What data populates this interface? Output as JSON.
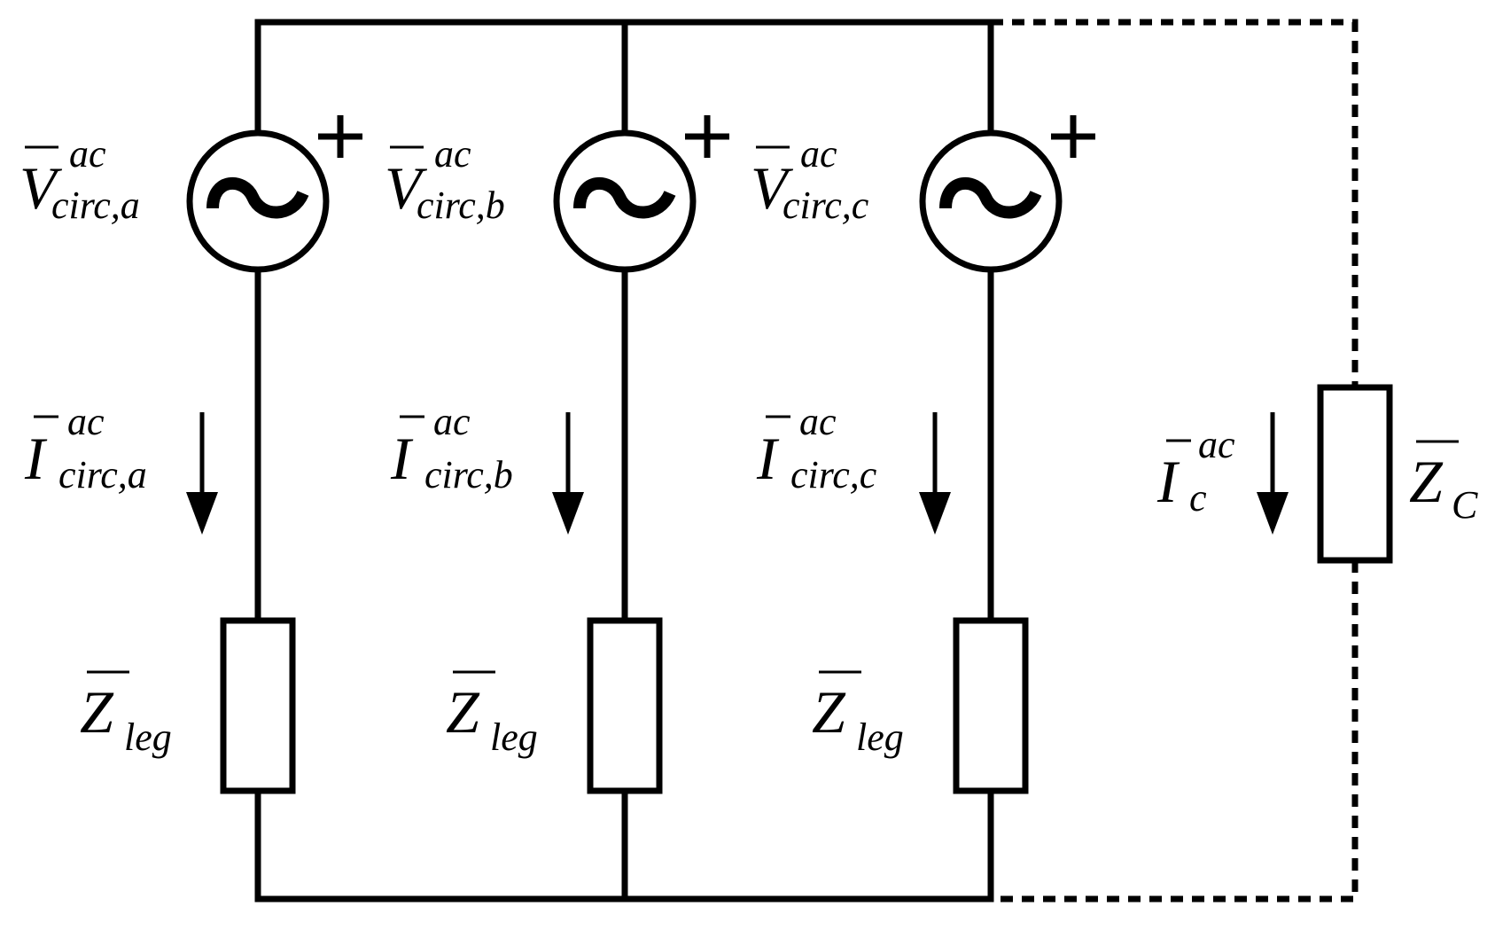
{
  "diagram": {
    "voltage_sources": [
      {
        "symbol": "V",
        "superscript": "ac",
        "subscript": "circ,a",
        "polarity": "+"
      },
      {
        "symbol": "V",
        "superscript": "ac",
        "subscript": "circ,b",
        "polarity": "+"
      },
      {
        "symbol": "V",
        "superscript": "ac",
        "subscript": "circ,c",
        "polarity": "+"
      }
    ],
    "currents": [
      {
        "symbol": "I",
        "superscript": "ac",
        "subscript": "circ,a"
      },
      {
        "symbol": "I",
        "superscript": "ac",
        "subscript": "circ,b"
      },
      {
        "symbol": "I",
        "superscript": "ac",
        "subscript": "circ,c"
      },
      {
        "symbol": "I",
        "superscript": "ac",
        "subscript": "c"
      }
    ],
    "impedances": [
      {
        "symbol": "Z",
        "subscript": "leg"
      },
      {
        "symbol": "Z",
        "subscript": "leg"
      },
      {
        "symbol": "Z",
        "subscript": "leg"
      },
      {
        "symbol": "Z",
        "subscript": "C"
      }
    ]
  }
}
